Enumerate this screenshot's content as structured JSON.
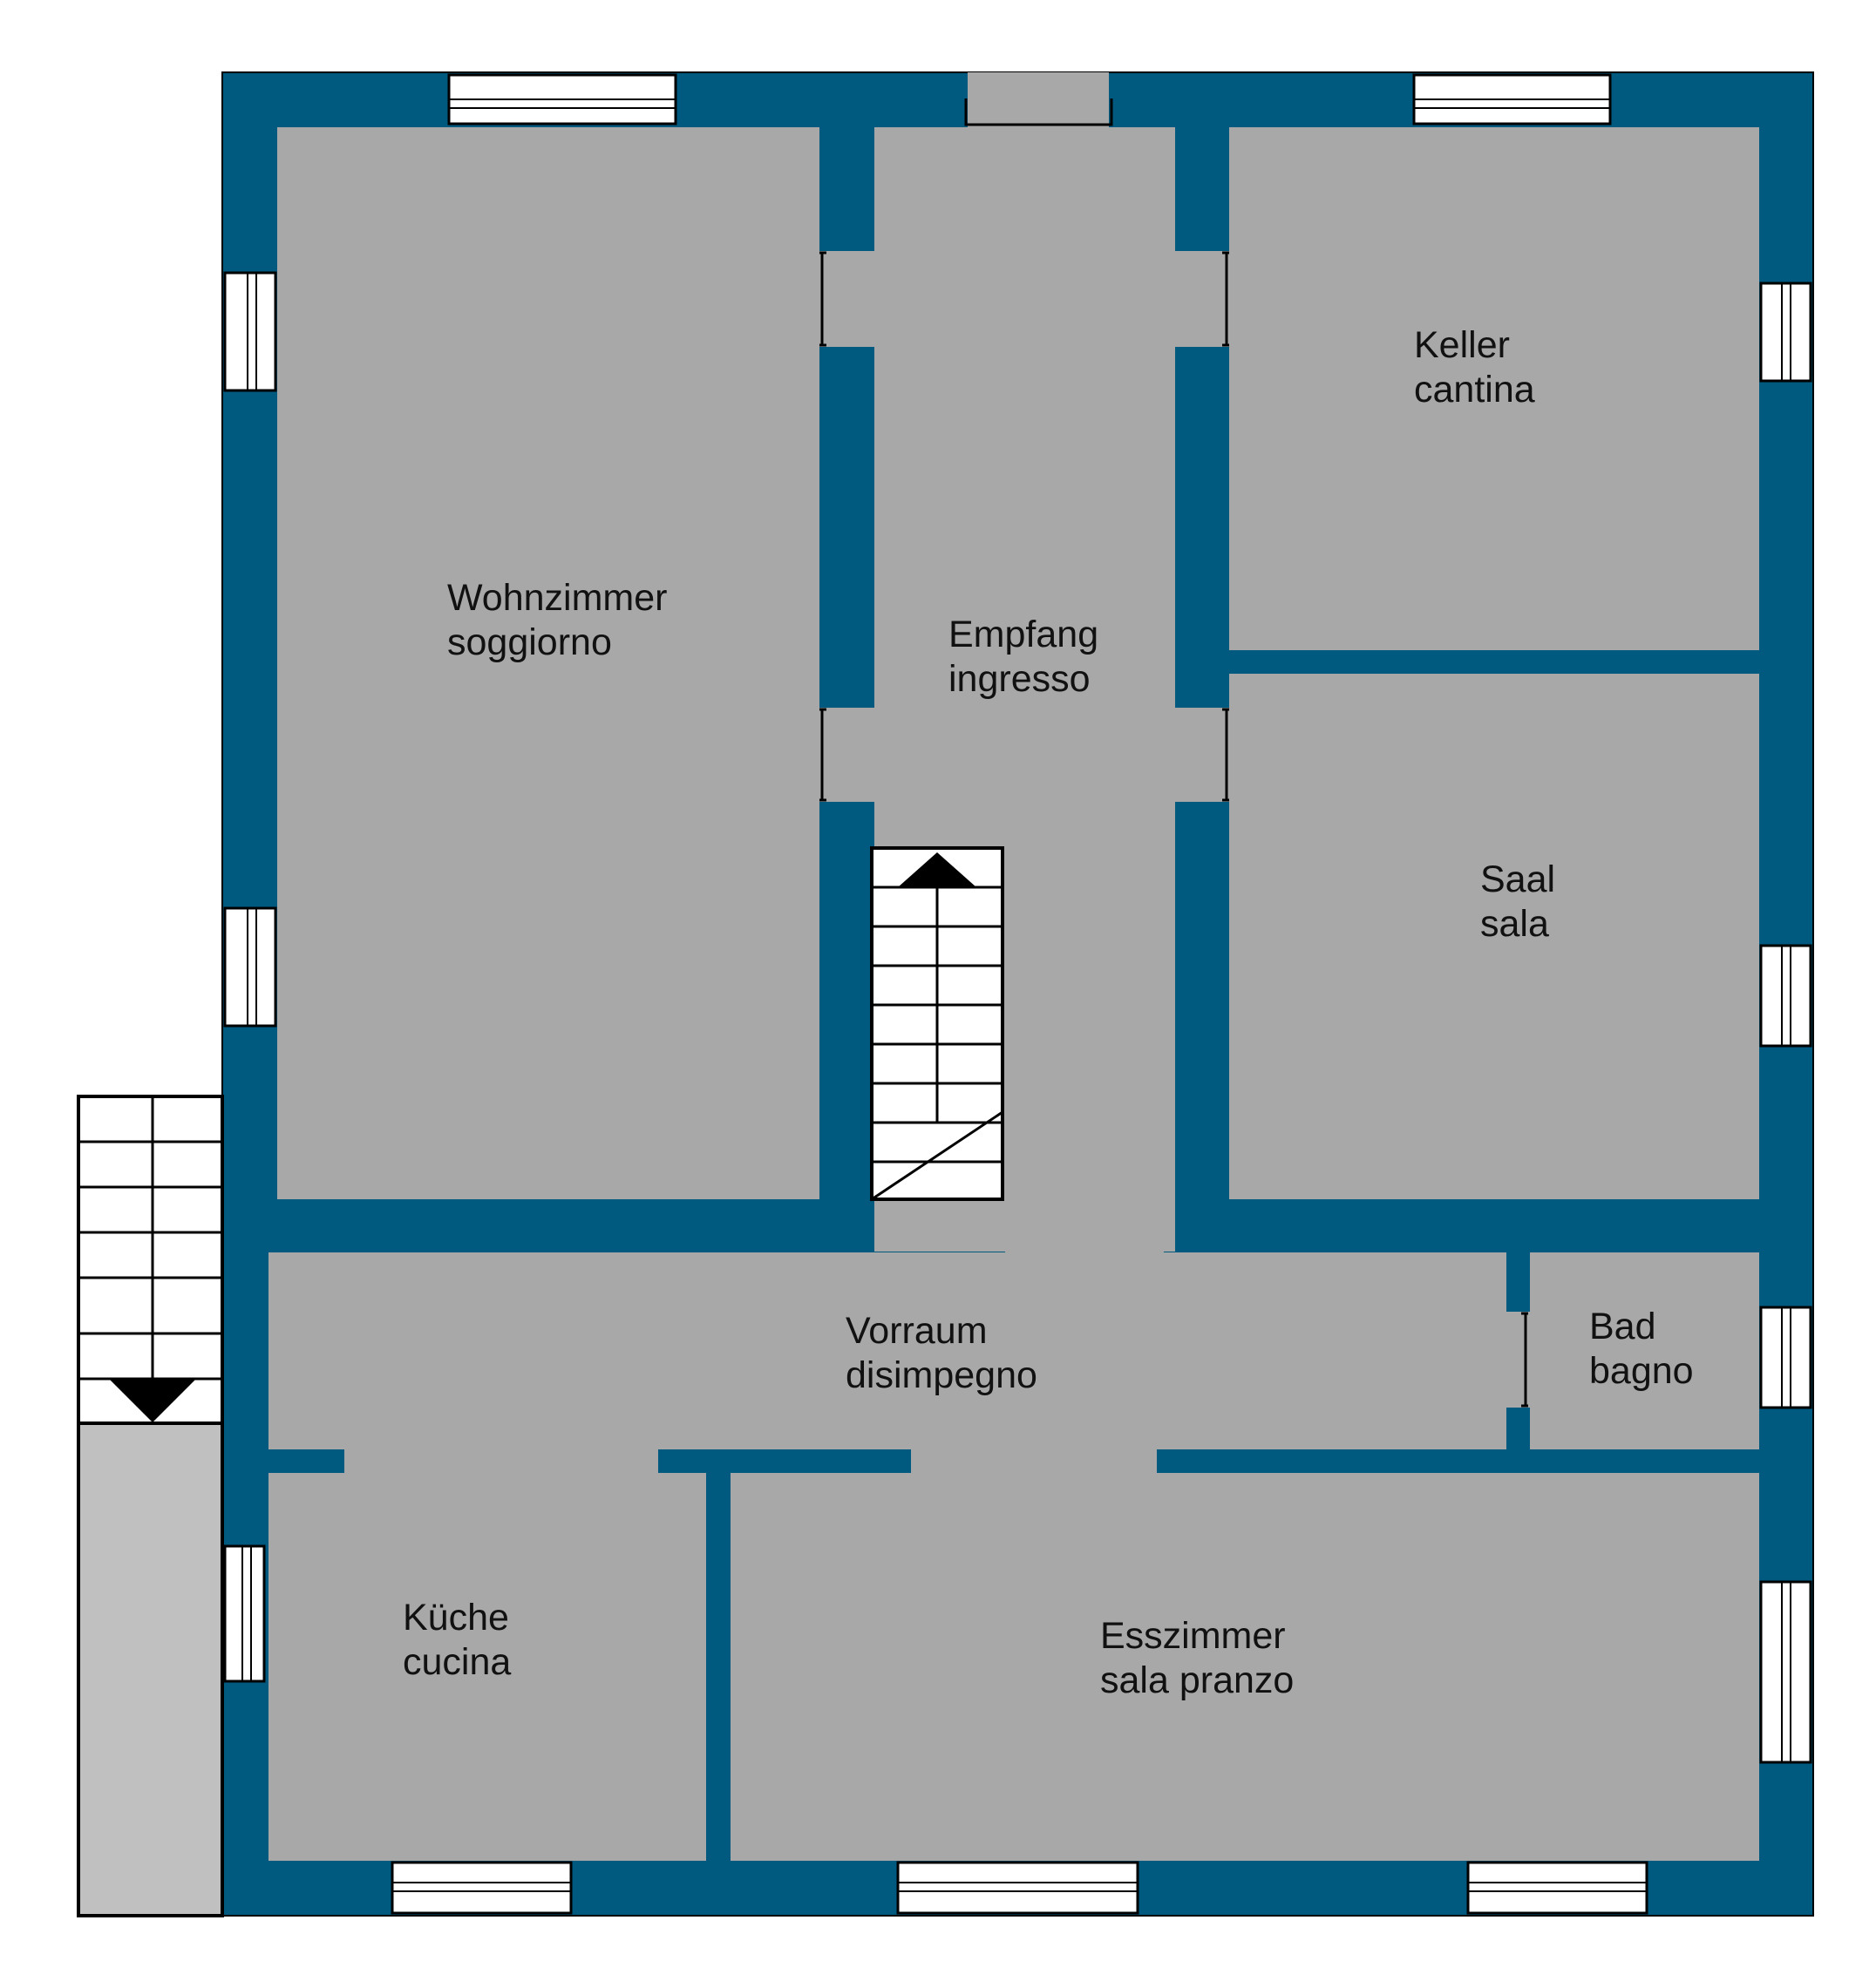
{
  "colors": {
    "wall": "#005a80",
    "floor": "#a8a8a8",
    "terrace": "#c0c0c0",
    "window": "#ffffff",
    "outline": "#000000",
    "stair_arrow": "#000000"
  },
  "rooms": [
    {
      "id": "wohnzimmer",
      "line1": "Wohnzimmer",
      "line2": "soggiorno"
    },
    {
      "id": "empfang",
      "line1": "Empfang",
      "line2": "ingresso"
    },
    {
      "id": "keller",
      "line1": "Keller",
      "line2": "cantina"
    },
    {
      "id": "saal",
      "line1": "Saal",
      "line2": "sala"
    },
    {
      "id": "vorraum",
      "line1": "Vorraum",
      "line2": "disimpegno"
    },
    {
      "id": "bad",
      "line1": "Bad",
      "line2": "bagno"
    },
    {
      "id": "kueche",
      "line1": "Küche",
      "line2": "cucina"
    },
    {
      "id": "esszimmer",
      "line1": "Esszimmer",
      "line2": "sala pranzo"
    }
  ],
  "staircases": [
    {
      "id": "interior-stairs",
      "direction": "up"
    },
    {
      "id": "exterior-stairs",
      "direction": "down"
    }
  ]
}
